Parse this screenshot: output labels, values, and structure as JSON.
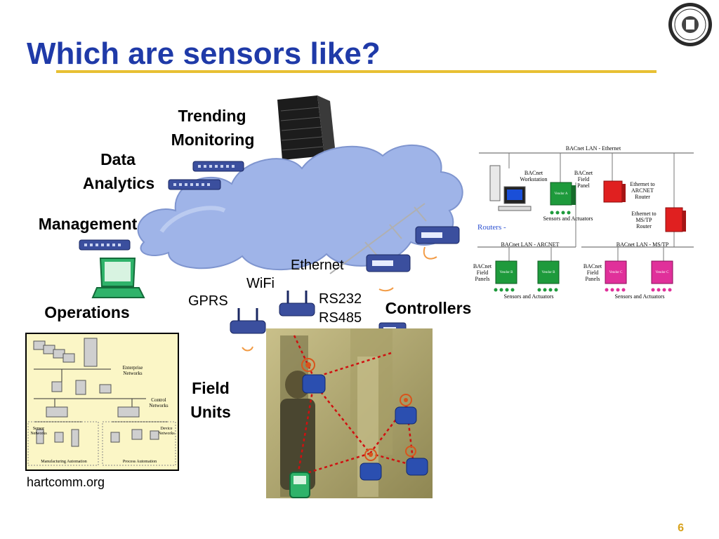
{
  "slide": {
    "title": "Which are sensors like?",
    "page_number": "6",
    "credit": "hartcomm.org"
  },
  "labels": {
    "trending": "Trending",
    "monitoring": "Monitoring",
    "data": "Data",
    "analytics": "Analytics",
    "management": "Management",
    "operations": "Operations",
    "ethernet": "Ethernet",
    "wifi": "WiFi",
    "gprs": "GPRS",
    "rs232": "RS232",
    "rs485": "RS485",
    "controllers": "Controllers",
    "field": "Field",
    "units": "Units"
  },
  "bacnet": {
    "lan_ethernet": "BACnet LAN - Ethernet",
    "workstation": [
      "BACnet",
      "Workstation"
    ],
    "field_panel": [
      "BACnet",
      "Field",
      "Panel"
    ],
    "eth_arcnet_router": [
      "Ethernet to",
      "ARCNET",
      "Router"
    ],
    "eth_mstp_router": [
      "Ethernet to",
      "MS/TP",
      "Router"
    ],
    "sensors_actuators": "Sensors and Actuators",
    "routers": "Routers -",
    "lan_arcnet": "BACnet LAN - ARCNET",
    "lan_mstp": "BACnet LAN - MS/TP",
    "field_panels": [
      "BACnet",
      "Field",
      "Panels"
    ],
    "vendor_a": "Vendor A",
    "vendor_b": "Vendor B",
    "vendor_c": "Vendor C"
  },
  "hierarchy": {
    "enterprise": [
      "Enterprise",
      "Networks"
    ],
    "control": [
      "Control",
      "Networks"
    ],
    "sensor": [
      "Sensor",
      "Networks"
    ],
    "device": [
      "Device",
      "Networks"
    ],
    "manufacturing": "Manufacturing Automation",
    "process": "Process Automation"
  },
  "colors": {
    "title": "#1f3aa8",
    "rule": "#e8c033",
    "cloud": "#9fb4e8",
    "device": "#3b4f9e",
    "green_panel": "#1e9a3c",
    "red_router": "#e02020",
    "magenta_panel": "#e0309a",
    "hierarchy_bg": "#fbf6c6",
    "mesh_link": "#d01010"
  }
}
